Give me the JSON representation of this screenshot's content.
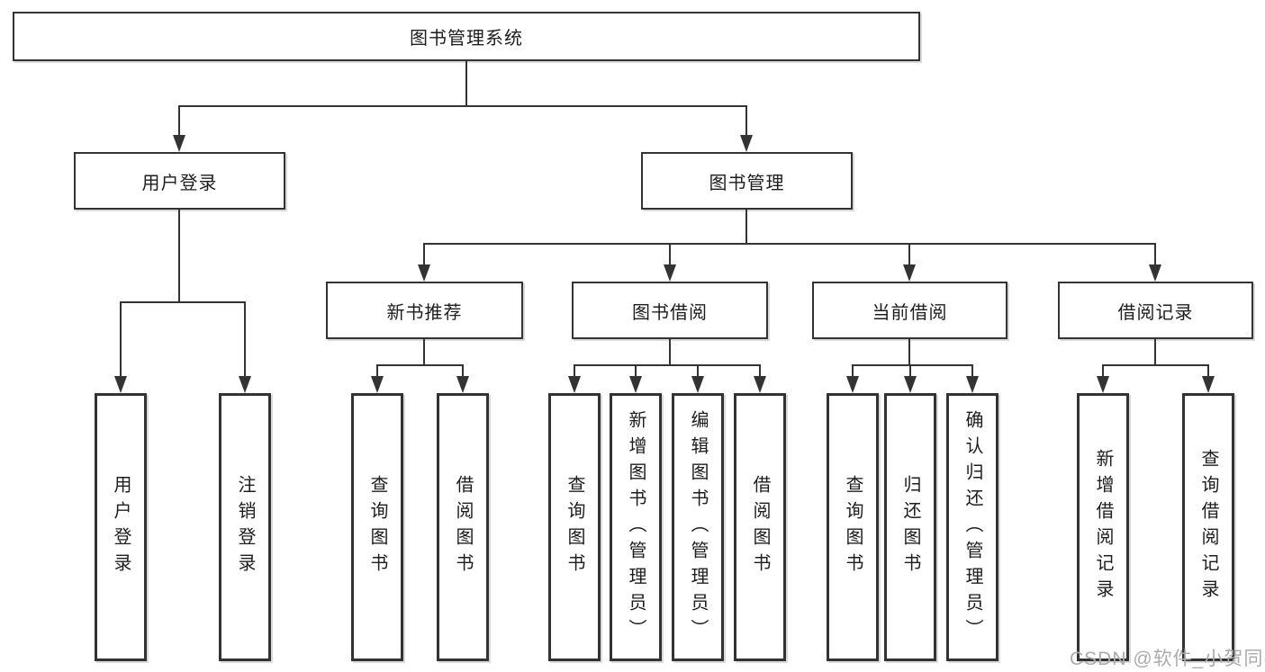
{
  "diagram": {
    "root": {
      "label": "图书管理系统"
    },
    "children": [
      {
        "label": "用户登录",
        "children": [
          {
            "label": "用户登录"
          },
          {
            "label": "注销登录"
          }
        ]
      },
      {
        "label": "图书管理",
        "children": [
          {
            "label": "新书推荐",
            "children": [
              {
                "label": "查询图书"
              },
              {
                "label": "借阅图书"
              }
            ]
          },
          {
            "label": "图书借阅",
            "children": [
              {
                "label": "查询图书"
              },
              {
                "label": "新增图书（管理员）"
              },
              {
                "label": "编辑图书（管理员）"
              },
              {
                "label": "借阅图书"
              }
            ]
          },
          {
            "label": "当前借阅",
            "children": [
              {
                "label": "查询图书"
              },
              {
                "label": "归还图书"
              },
              {
                "label": "确认归还（管理员）"
              }
            ]
          },
          {
            "label": "借阅记录",
            "children": [
              {
                "label": "新增借阅记录"
              },
              {
                "label": "查询借阅记录"
              }
            ]
          }
        ]
      }
    ]
  },
  "watermark": {
    "text": "CSDN @软件_小贺同学"
  },
  "colors": {
    "line": "#333333",
    "border": "#333333",
    "text": "#1d1d1d",
    "watermark": "#ababab",
    "background": "#ffffff"
  }
}
